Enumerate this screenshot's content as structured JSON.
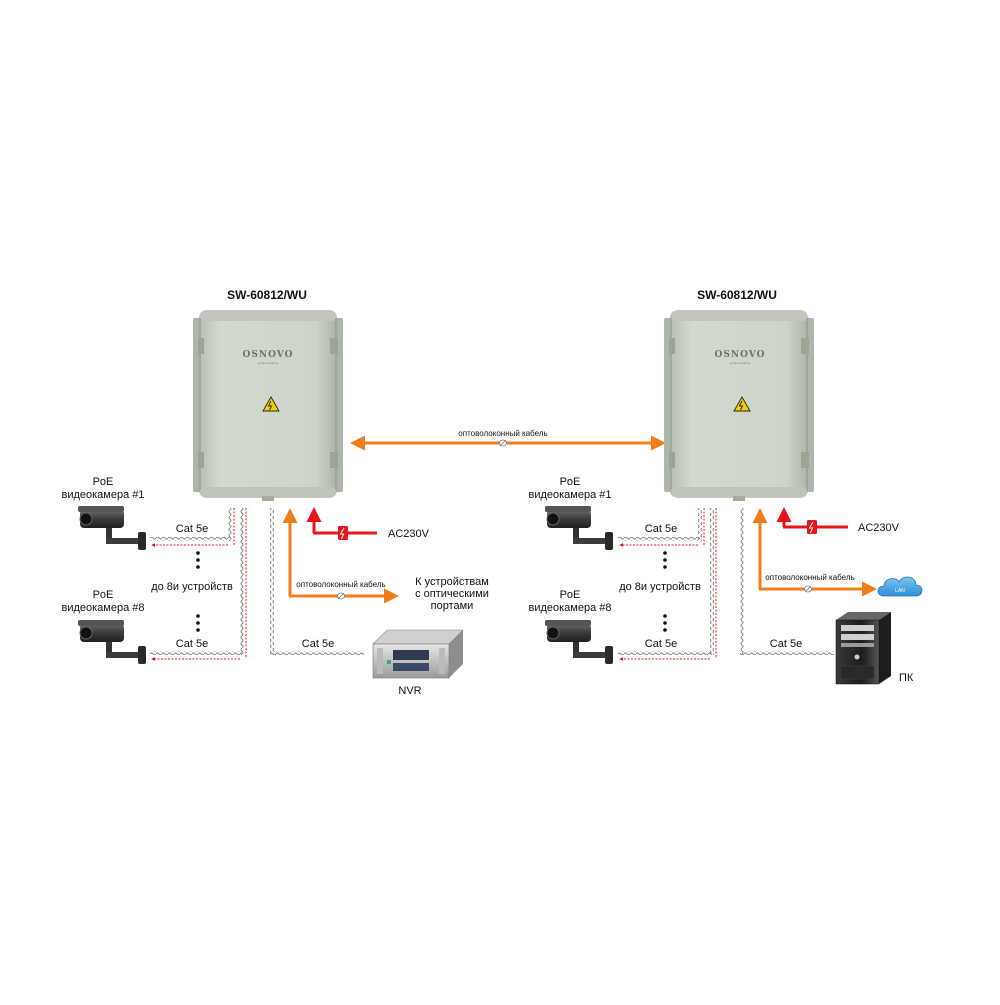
{
  "diagram": {
    "left": {
      "device_title": "SW-60812/WU",
      "brand": "OSNOVO",
      "brand_sub": "smart solutions",
      "camera1_label_line1": "PoE",
      "camera1_label_line2": "видеокамера #1",
      "camera8_label_line1": "PoE",
      "camera8_label_line2": "видеокамера #8",
      "cat5e_top": "Cat 5e",
      "up_to_devices": "до 8и  устройств",
      "cat5e_bottom": "Cat 5e",
      "power_label": "AC230V",
      "fiber_label": "оптоволоконный кабель",
      "optical_line1": "К устройствам",
      "optical_line2": "с оптическими",
      "optical_line3": "портами",
      "nvr_cable_label": "Cat 5e",
      "nvr_label": "NVR"
    },
    "link_label": "оптоволоконный кабель",
    "right": {
      "device_title": "SW-60812/WU",
      "brand": "OSNOVO",
      "brand_sub": "smart solutions",
      "camera1_label_line1": "PoE",
      "camera1_label_line2": "видеокамера #1",
      "camera8_label_line1": "PoE",
      "camera8_label_line2": "видеокамера #8",
      "cat5e_top": "Cat 5e",
      "up_to_devices": "до 8и  устройств",
      "cat5e_bottom": "Cat 5e",
      "power_label": "AC230V",
      "fiber_label": "оптоволоконный кабель",
      "lan_label": "LAN",
      "pc_cable_label": "Cat 5e",
      "pc_label": "ПК"
    },
    "colors": {
      "fiber": "#f07d1a",
      "power": "#e8141b",
      "enclosure": "#c9cfc4",
      "cable": "#8a8a8a"
    }
  }
}
